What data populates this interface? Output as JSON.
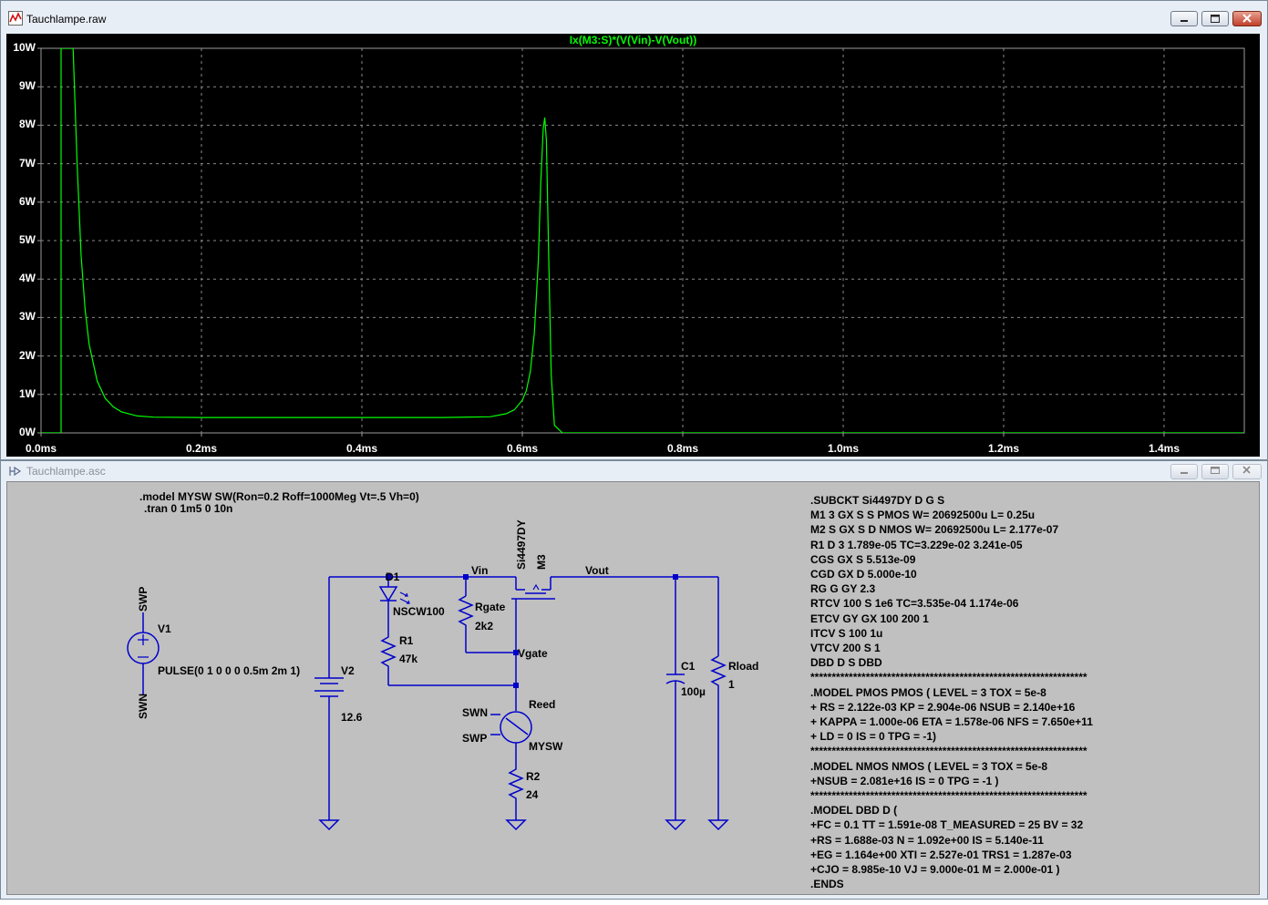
{
  "waveform_window": {
    "title": "Tauchlampe.raw",
    "icon": "waveform-plot-icon",
    "trace_title": "Ix(M3:S)*(V(Vin)-V(Vout))",
    "trace_color": "#00ff00",
    "background": "#000000"
  },
  "schematic_window": {
    "title": "Tauchlampe.asc",
    "icon": "schematic-icon",
    "background": "#c0c0c0",
    "wire_color": "#0000cc"
  },
  "chart_data": {
    "type": "line",
    "title": "Ix(M3:S)*(V(Vin)-V(Vout))",
    "xlabel": "",
    "ylabel": "",
    "x_unit": "ms",
    "y_unit": "W",
    "xlim": [
      0,
      1.5
    ],
    "ylim": [
      0,
      10
    ],
    "x_ticks": [
      "0.0ms",
      "0.2ms",
      "0.4ms",
      "0.6ms",
      "0.8ms",
      "1.0ms",
      "1.2ms",
      "1.4ms"
    ],
    "y_ticks": [
      "0W",
      "1W",
      "2W",
      "3W",
      "4W",
      "5W",
      "6W",
      "7W",
      "8W",
      "9W",
      "10W"
    ],
    "grid": true,
    "grid_style": "dashed",
    "series": [
      {
        "name": "Ix(M3:S)*(V(Vin)-V(Vout))",
        "color": "#00ff00",
        "x": [
          0,
          0.025,
          0.025,
          0.026,
          0.03,
          0.035,
          0.04,
          0.045,
          0.05,
          0.055,
          0.06,
          0.07,
          0.08,
          0.09,
          0.1,
          0.12,
          0.14,
          0.2,
          0.3,
          0.4,
          0.5,
          0.56,
          0.58,
          0.59,
          0.6,
          0.605,
          0.61,
          0.615,
          0.62,
          0.623,
          0.626,
          0.628,
          0.63,
          0.633,
          0.636,
          0.64,
          0.65,
          0.7,
          0.8,
          1.0,
          1.2,
          1.4,
          1.5
        ],
        "values": [
          0,
          0,
          10,
          10,
          10,
          10,
          10,
          7.0,
          4.6,
          3.2,
          2.3,
          1.35,
          0.9,
          0.68,
          0.55,
          0.44,
          0.41,
          0.4,
          0.4,
          0.4,
          0.4,
          0.42,
          0.5,
          0.6,
          0.85,
          1.1,
          1.6,
          2.6,
          4.5,
          6.5,
          7.9,
          8.2,
          7.6,
          4.5,
          1.5,
          0.2,
          0,
          0,
          0,
          0,
          0,
          0,
          0
        ]
      }
    ]
  },
  "schematic": {
    "directives": [
      ".model MYSW SW(Ron=0.2 Roff=1000Meg Vt=.5 Vh=0)",
      ".tran 0 1m5 0 10n"
    ],
    "nets": {
      "vin": "Vin",
      "vout": "Vout",
      "vgate": "Vgate"
    },
    "V1": {
      "name": "V1",
      "value": "PULSE(0 1 0 0 0 0.5m 2m 1)",
      "pos_label": "SWP",
      "neg_label": "SWN"
    },
    "V2": {
      "name": "V2",
      "value": "12.6"
    },
    "D1": {
      "name": "D1",
      "value": "NSCW100"
    },
    "R1": {
      "name": "R1",
      "value": "47k"
    },
    "Rgate": {
      "name": "Rgate",
      "value": "2k2"
    },
    "M3": {
      "name": "M3",
      "value": "Si4497DY"
    },
    "Reed": {
      "name": "Reed",
      "value": "MYSW",
      "in1": "SWN",
      "in2": "SWP"
    },
    "R2": {
      "name": "R2",
      "value": "24"
    },
    "C1": {
      "name": "C1",
      "value": "100µ"
    },
    "Rload": {
      "name": "Rload",
      "value": "1"
    }
  },
  "netlist_lines": [
    ".SUBCKT Si4497DY D G S",
    "M1 3 GX S S PMOS W= 20692500u L= 0.25u",
    "M2 S GX S D NMOS W= 20692500u L= 2.177e-07",
    "R1 D 3 1.789e-05 TC=3.229e-02 3.241e-05",
    "CGS GX S 5.513e-09",
    "CGD GX D 5.000e-10",
    "RG G GY 2.3",
    "RTCV 100 S 1e6 TC=3.535e-04 1.174e-06",
    "ETCV GY GX 100 200 1",
    "ITCV S 100 1u",
    "VTCV 200 S 1",
    "DBD D S DBD",
    "*****************************************************************",
    ".MODEL PMOS PMOS ( LEVEL = 3 TOX = 5e-8",
    "+ RS = 2.122e-03 KP = 2.904e-06 NSUB = 2.140e+16",
    "+ KAPPA = 1.000e-06 ETA = 1.578e-06 NFS = 7.650e+11",
    "+ LD = 0 IS = 0 TPG = -1)",
    "*****************************************************************",
    ".MODEL NMOS NMOS ( LEVEL = 3 TOX = 5e-8",
    "+NSUB = 2.081e+16 IS = 0 TPG = -1 )",
    "*****************************************************************",
    ".MODEL DBD D (",
    "+FC = 0.1 TT = 1.591e-08 T_MEASURED = 25 BV = 32",
    "+RS = 1.688e-03 N = 1.092e+00 IS = 5.140e-11",
    "+EG = 1.164e+00 XTI = 2.527e-01 TRS1 = 1.287e-03",
    "+CJO = 8.985e-10 VJ = 9.000e-01 M = 2.000e-01 )",
    ".ENDS"
  ]
}
